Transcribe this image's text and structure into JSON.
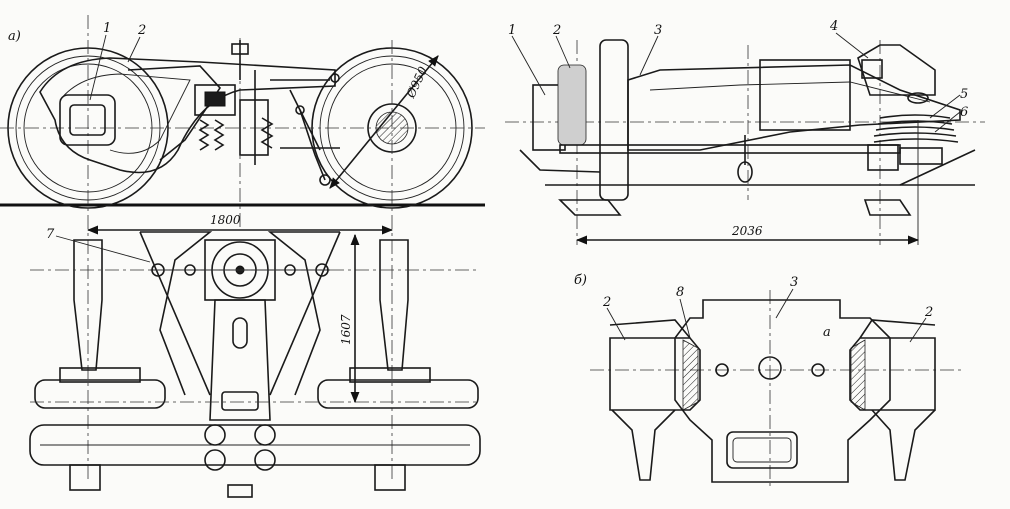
{
  "views": {
    "a": {
      "label": "а)"
    },
    "b": {
      "label": "б)"
    }
  },
  "callouts": {
    "c1_left": "1",
    "c2_left": "2",
    "c7": "7",
    "c1_right": "1",
    "c2_right": "2",
    "c3_right": "3",
    "c4": "4",
    "c5": "5",
    "c6": "6",
    "c2_b_left": "2",
    "c8": "8",
    "c3_b": "3",
    "c2_b_right": "2",
    "ca": "а"
  },
  "dimensions": {
    "wheel_diameter": "Ø950",
    "base_length": "1800",
    "track_width": "1607",
    "frame_length": "2036"
  }
}
